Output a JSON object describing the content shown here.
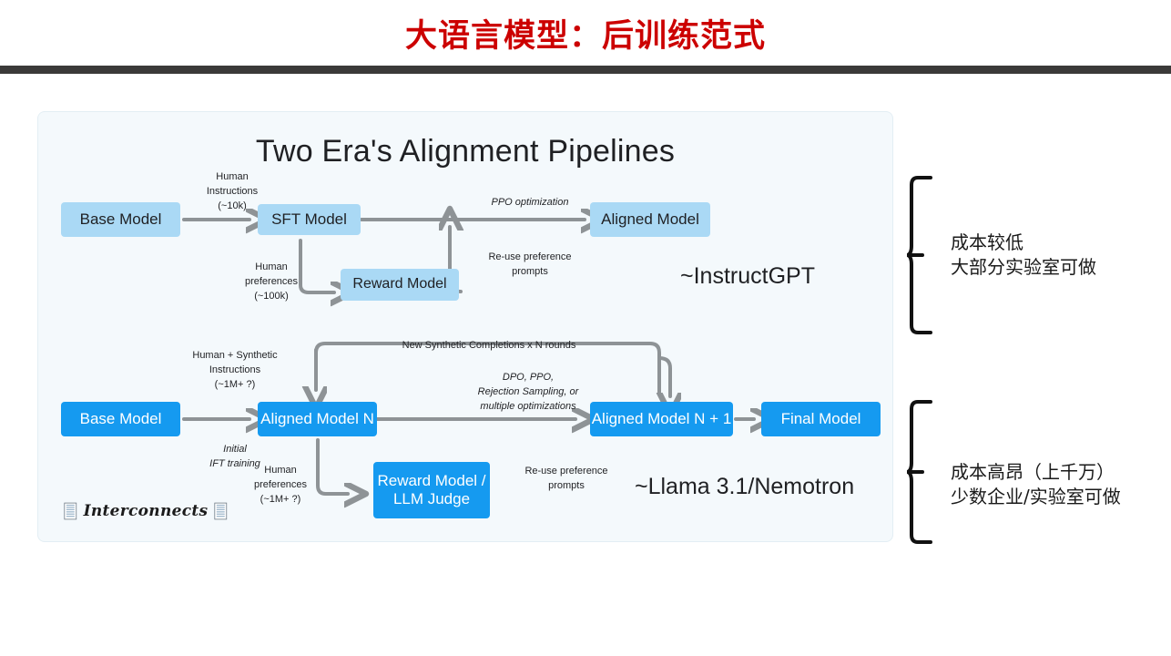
{
  "slide": {
    "title": "大语言模型：后训练范式",
    "title_color": "#CC0000",
    "rule_color": "#3b3a39"
  },
  "diagram": {
    "title": "Two Era's Alignment Pipelines",
    "card_bg": "#f4f9fc",
    "colors": {
      "legacy_node": "#aad9f5",
      "modern_node": "#159af0",
      "arrow": "#8e9396",
      "text_dark": "#1f2023",
      "text_light": "#ffffff"
    },
    "era_one": {
      "nodes": [
        {
          "id": "base-model",
          "label": "Base Model"
        },
        {
          "id": "sft-model",
          "label": "SFT Model"
        },
        {
          "id": "reward-model",
          "label": "Reward Model"
        },
        {
          "id": "aligned-model",
          "label": "Aligned Model"
        }
      ],
      "edge_labels": [
        {
          "id": "human-instructions",
          "text": "Human\nInstructions\n(~10k)",
          "italic": false
        },
        {
          "id": "human-preferences",
          "text": "Human\npreferences\n(~100k)",
          "italic": false
        },
        {
          "id": "ppo-optimization",
          "text": "PPO optimization",
          "italic": true
        },
        {
          "id": "reuse-preference-prompts",
          "text": "Re-use preference\nprompts",
          "italic": false
        }
      ],
      "era_tag": "~InstructGPT"
    },
    "era_two": {
      "nodes": [
        {
          "id": "base-model-2",
          "label": "Base Model"
        },
        {
          "id": "aligned-model-n",
          "label": "Aligned Model N"
        },
        {
          "id": "reward-model-llm-judge",
          "label": "Reward Model /\nLLM Judge"
        },
        {
          "id": "aligned-model-n-plus-1",
          "label": "Aligned Model N + 1"
        },
        {
          "id": "final-model",
          "label": "Final Model"
        }
      ],
      "edge_labels": [
        {
          "id": "human-synthetic-instructions",
          "text": "Human + Synthetic\nInstructions\n(~1M+ ?)",
          "italic": false
        },
        {
          "id": "initial-ift-training",
          "text": "Initial\nIFT training",
          "italic": true
        },
        {
          "id": "human-preferences-2",
          "text": "Human\npreferences\n(~1M+ ?)",
          "italic": false
        },
        {
          "id": "new-synthetic-completions",
          "text": "New Synthetic Completions x N rounds",
          "italic": false
        },
        {
          "id": "optimizations",
          "text": "DPO, PPO,\nRejection Sampling, or\nmultiple optimizations",
          "italic": true
        },
        {
          "id": "reuse-preference-prompts-2",
          "text": "Re-use preference\nprompts",
          "italic": false
        }
      ],
      "era_tag": "~Llama 3.1/Nemotron"
    },
    "watermark": {
      "text": "Interconnects"
    }
  },
  "annotations": [
    {
      "id": "cost-low",
      "text": "成本较低\n大部分实验室可做"
    },
    {
      "id": "cost-high",
      "text": "成本高昂（上千万）\n少数企业/实验室可做"
    }
  ]
}
